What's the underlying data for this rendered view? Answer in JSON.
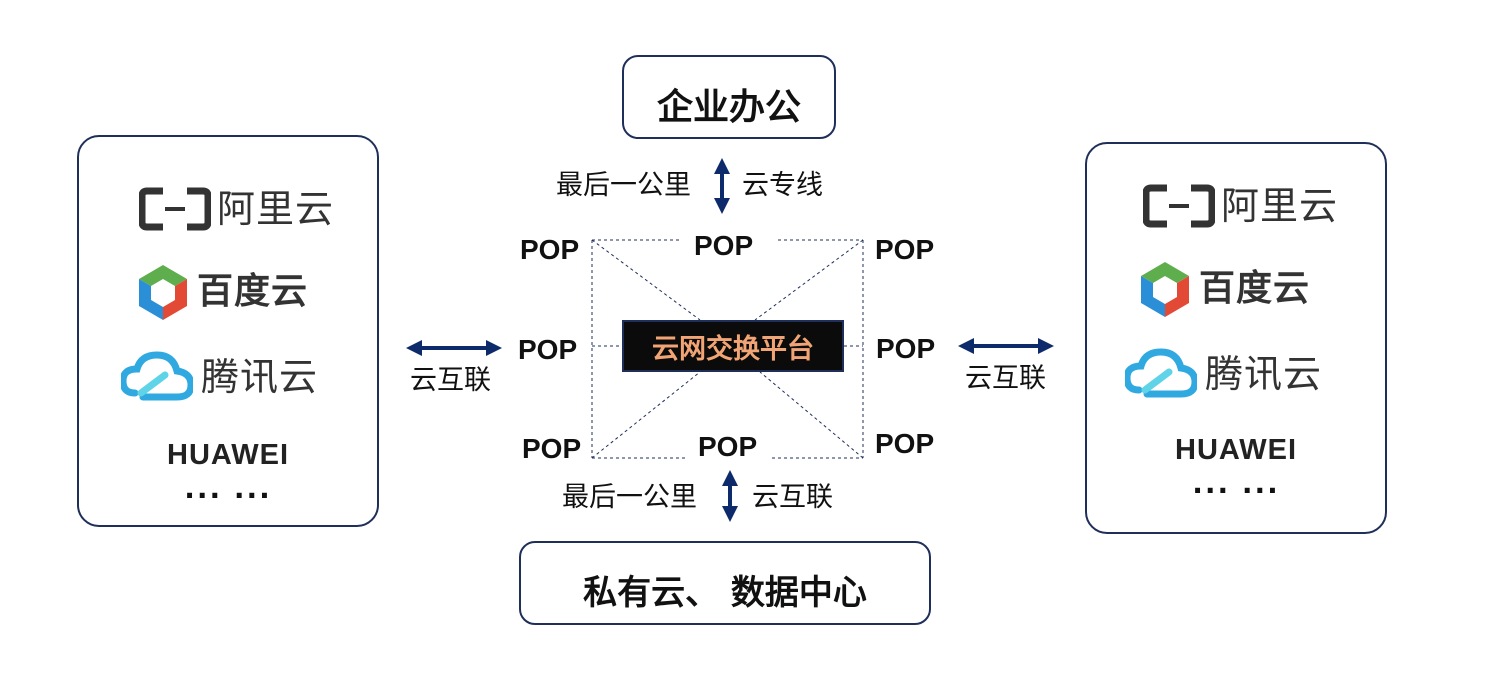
{
  "top_box": {
    "title": "企业办公"
  },
  "bottom_box": {
    "title": "私有云、 数据中心"
  },
  "platform": {
    "label": "云网交换平台"
  },
  "pops": [
    "POP",
    "POP",
    "POP",
    "POP",
    "POP",
    "POP",
    "POP",
    "POP"
  ],
  "connections": {
    "top_left": "最后一公里",
    "top_right": "云专线",
    "bottom_left": "最后一公里",
    "bottom_right": "云互联",
    "left": "云互联",
    "right": "云互联"
  },
  "clouds_left": {
    "providers": [
      "阿里云",
      "百度云",
      "腾讯云",
      "HUAWEI"
    ],
    "more": "··· ···"
  },
  "clouds_right": {
    "providers": [
      "阿里云",
      "百度云",
      "腾讯云",
      "HUAWEI"
    ],
    "more": "··· ···"
  },
  "colors": {
    "border": "#1f2f5a",
    "arrow": "#0d2a6b",
    "platform_bg": "#0b0b0b",
    "platform_text": "#f2a574",
    "aliyun": "#333333",
    "baidu_green": "#5fae4e",
    "baidu_blue": "#2b8fd8",
    "baidu_red": "#e24a35",
    "tencent_blue": "#2fa9e0",
    "tencent_cyan": "#5fd3e8"
  }
}
